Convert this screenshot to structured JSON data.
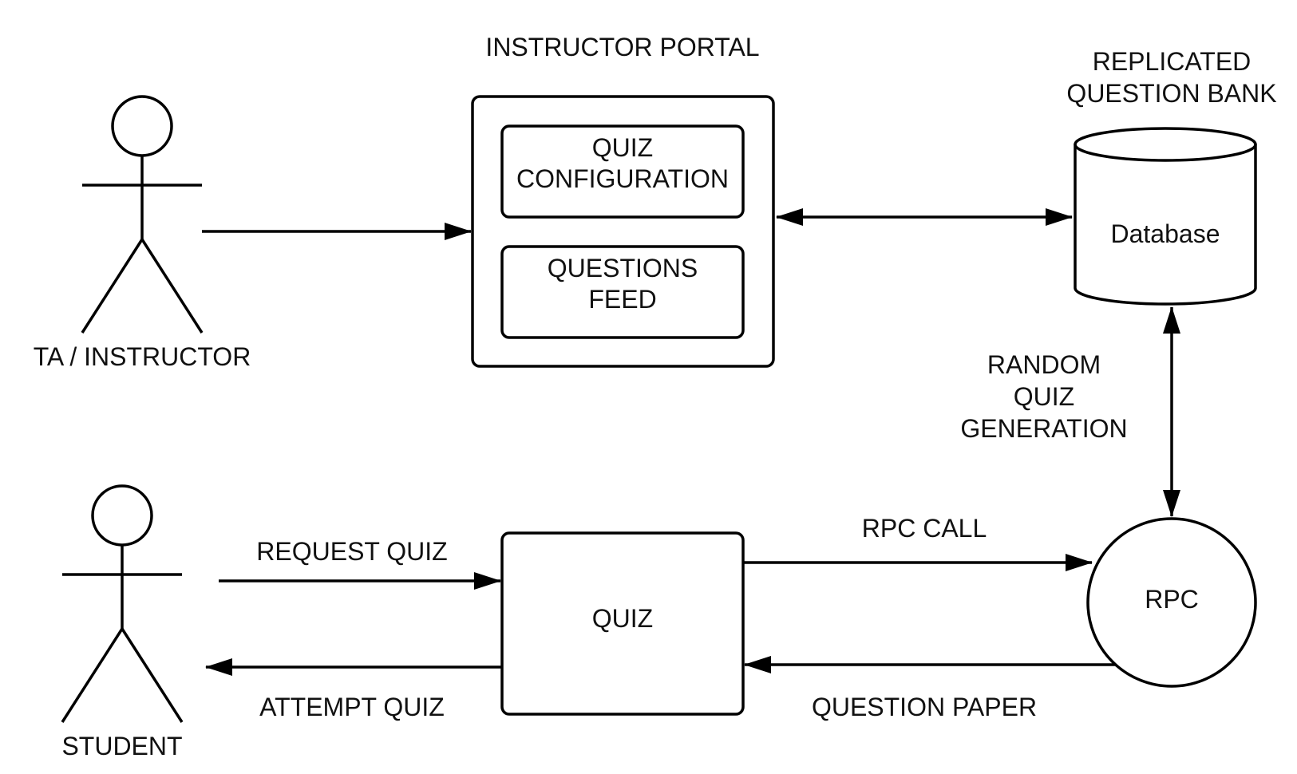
{
  "actors": {
    "instructor": {
      "label": "TA / INSTRUCTOR"
    },
    "student": {
      "label": "STUDENT"
    }
  },
  "instructor_portal": {
    "title": "INSTRUCTOR PORTAL",
    "quiz_configuration": [
      "QUIZ",
      "CONFIGURATION"
    ],
    "questions_feed": [
      "QUESTIONS",
      "FEED"
    ]
  },
  "database": {
    "title": [
      "REPLICATED",
      "QUESTION BANK"
    ],
    "label": "Database"
  },
  "quiz_box": {
    "label": "QUIZ"
  },
  "rpc": {
    "label": "RPC"
  },
  "edges": {
    "random_quiz_generation": [
      "RANDOM",
      "QUIZ",
      "GENERATION"
    ],
    "request_quiz": "REQUEST QUIZ",
    "attempt_quiz": "ATTEMPT QUIZ",
    "rpc_call": "RPC CALL",
    "question_paper": "QUESTION PAPER"
  },
  "colors": {
    "stroke": "#000000",
    "background": "#ffffff",
    "text": "#111111"
  }
}
